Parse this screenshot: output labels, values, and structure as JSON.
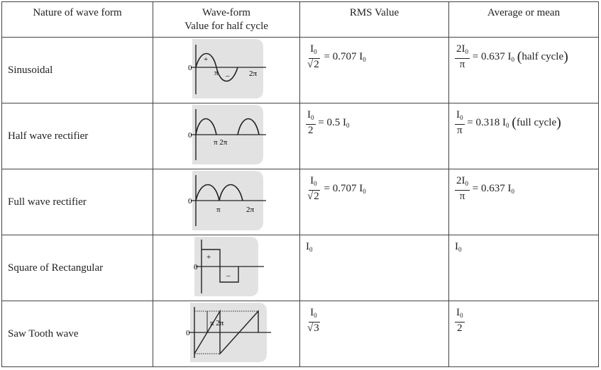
{
  "headers": {
    "col1": "Nature of wave form",
    "col2_line1": "Wave-form",
    "col2_line2": "Value for half cycle",
    "col3": "RMS Value",
    "col4": "Average or mean"
  },
  "rows": [
    {
      "name": "Sinusoidal",
      "wave_labels": {
        "origin": "0",
        "plus": "+",
        "pi": "π",
        "minus": "–",
        "two_pi": "2π"
      },
      "rms": {
        "num": "I",
        "num_sub": "0",
        "den_sqrt": "2",
        "rest": "= 0.707 I",
        "rest_sub": "0"
      },
      "avg": {
        "num": "2I",
        "num_sub": "0",
        "den": "π",
        "rest": "= 0.637 I",
        "rest_sub": "0",
        "note": "half  cycle"
      }
    },
    {
      "name": "Half wave rectifier",
      "wave_labels": {
        "origin": "0",
        "pi_2pi": "π  2π"
      },
      "rms": {
        "num": "I",
        "num_sub": "0",
        "den": "2",
        "rest": "= 0.5 I",
        "rest_sub": "0"
      },
      "avg": {
        "num": "I",
        "num_sub": "0",
        "den": "π",
        "rest": "= 0.318 I",
        "rest_sub": "0",
        "note": "full cycle"
      }
    },
    {
      "name": "Full wave rectifier",
      "wave_labels": {
        "origin": "0",
        "pi": "π",
        "two_pi": "2π"
      },
      "rms": {
        "num": "I",
        "num_sub": "0",
        "den_sqrt": "2",
        "rest": "= 0.707 I",
        "rest_sub": "0"
      },
      "avg": {
        "num": "2I",
        "num_sub": "0",
        "den": "π",
        "rest": "= 0.637 I",
        "rest_sub": "0"
      }
    },
    {
      "name": "Square of Rectangular",
      "wave_labels": {
        "origin": "0",
        "plus": "+",
        "minus": "–"
      },
      "rms": {
        "text": "I",
        "sub": "0"
      },
      "avg": {
        "text": "I",
        "sub": "0"
      }
    },
    {
      "name": "Saw Tooth wave",
      "wave_labels": {
        "origin": "0",
        "pi_2pi": "π 2π"
      },
      "rms": {
        "num": "I",
        "num_sub": "0",
        "den_sqrt": "3"
      },
      "avg": {
        "num": "I",
        "num_sub": "0",
        "den": "2"
      }
    }
  ]
}
